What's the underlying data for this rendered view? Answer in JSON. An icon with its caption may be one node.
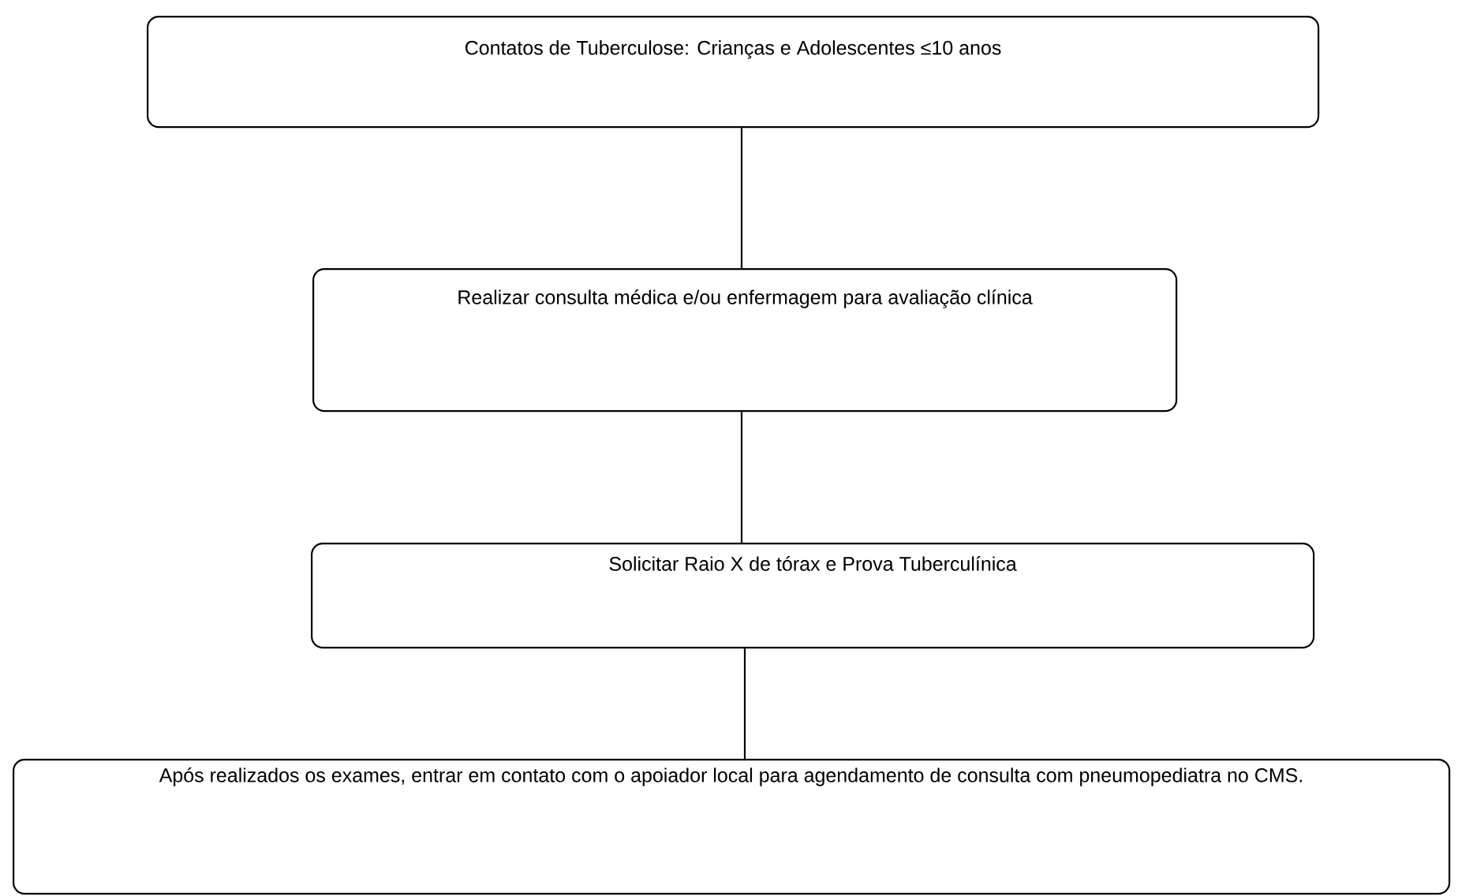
{
  "diagram": {
    "nodes": [
      {
        "text": [
          "Contatos de Tuberculose: Crianças e Adolescentes ≤10 anos"
        ]
      },
      {
        "text": [
          "Realizar consulta médica e/ou enfermagem para avaliação clínica"
        ]
      },
      {
        "text": [
          "Solicitar Raio X de tórax e Prova Tuberculínica"
        ]
      },
      {
        "text": [
          "Após realizados os exames, entrar em contato com o apoiador local para agendamento de consulta com pneumopediatra no CMS."
        ]
      }
    ],
    "edges": [
      {
        "from": 0,
        "to": 1,
        "arrow": "none"
      },
      {
        "from": 1,
        "to": 2,
        "arrow": "none"
      },
      {
        "from": 2,
        "to": 3,
        "arrow": "none"
      }
    ]
  }
}
